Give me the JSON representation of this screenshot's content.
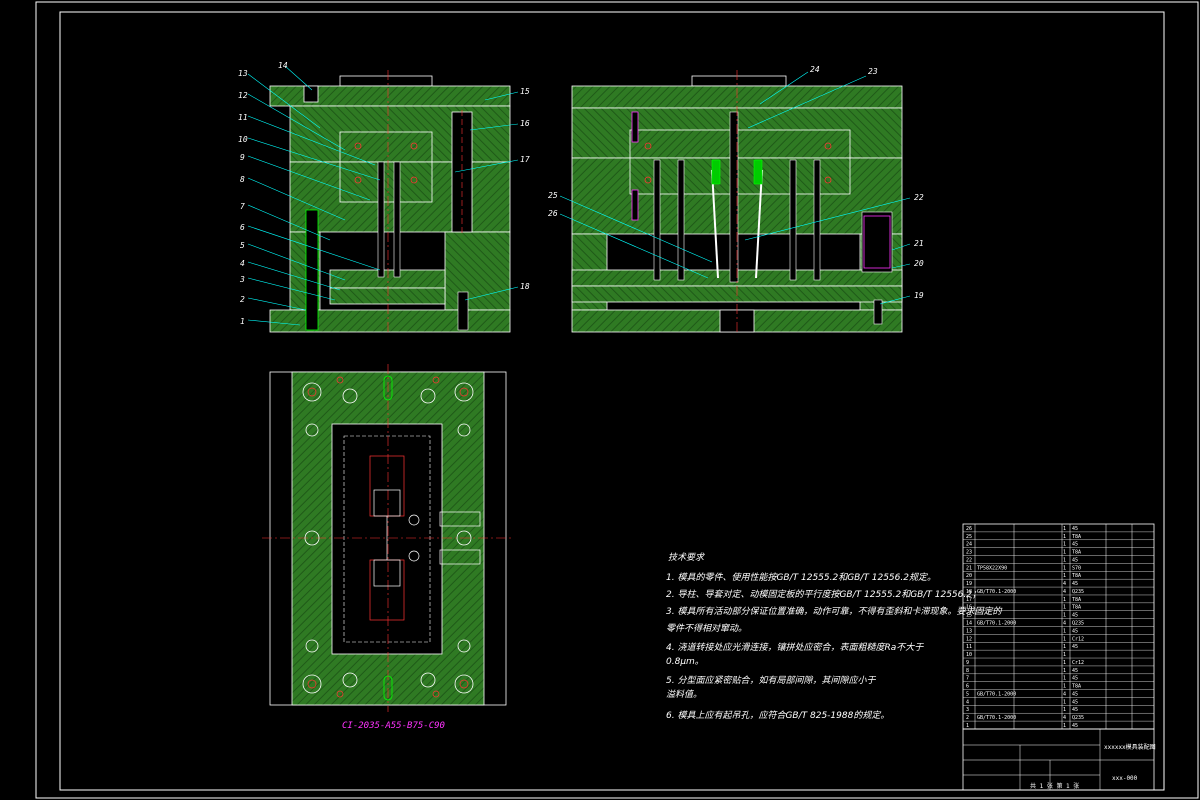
{
  "drawing": {
    "part_labels_left": [
      "1",
      "2",
      "3",
      "4",
      "5",
      "6",
      "7",
      "8",
      "9",
      "10",
      "11",
      "12",
      "13",
      "14",
      "15",
      "16",
      "17",
      "18"
    ],
    "part_labels_right": [
      "19",
      "20",
      "21",
      "22",
      "23",
      "24",
      "25",
      "26"
    ],
    "plan_caption": "CI-2035-A55-B75-C90",
    "notes_title": "技术要求",
    "notes": [
      "1. 模具的零件、使用性能按GB/T 12555.2和GB/T 12556.2规定。",
      "2. 导柱、导套对定、动模固定板的平行度按GB/T 12555.2和GB/T 12556.2；",
      "3. 模具所有活动部分保证位置准确，动作可靠，不得有歪斜和卡滞现象。要求固定的",
      "   零件不得相对窜动。",
      "4. 浇道转接处应光滑连接，镶拼处应密合，表面粗糙度Ra不大于",
      "   0.8μm。",
      "5. 分型面应紧密贴合，如有局部间隙，其间隙应小于",
      "   溢料值。",
      "6. 模具上应有起吊孔，应符合GB/T 825-1988的规定。"
    ],
    "bom_rows": [
      {
        "no": "26",
        "code": "",
        "name": "",
        "qty": "1",
        "mat": "45"
      },
      {
        "no": "25",
        "code": "",
        "name": "",
        "qty": "1",
        "mat": "T8A"
      },
      {
        "no": "24",
        "code": "",
        "name": "",
        "qty": "1",
        "mat": "45"
      },
      {
        "no": "23",
        "code": "",
        "name": "",
        "qty": "1",
        "mat": "T8A"
      },
      {
        "no": "22",
        "code": "",
        "name": "",
        "qty": "1",
        "mat": "45"
      },
      {
        "no": "21",
        "code": "TP58X22X90",
        "name": "",
        "qty": "1",
        "mat": "S70"
      },
      {
        "no": "20",
        "code": "",
        "name": "",
        "qty": "1",
        "mat": "T8A"
      },
      {
        "no": "19",
        "code": "",
        "name": "",
        "qty": "4",
        "mat": "45"
      },
      {
        "no": "18",
        "code": "GB/T70.1-2000",
        "name": "",
        "qty": "4",
        "mat": "Q235"
      },
      {
        "no": "17",
        "code": "",
        "name": "",
        "qty": "1",
        "mat": "T8A"
      },
      {
        "no": "16",
        "code": "",
        "name": "",
        "qty": "1",
        "mat": "T8A"
      },
      {
        "no": "15",
        "code": "",
        "name": "",
        "qty": "1",
        "mat": "45"
      },
      {
        "no": "14",
        "code": "GB/T70.1-2000",
        "name": "",
        "qty": "4",
        "mat": "Q235"
      },
      {
        "no": "13",
        "code": "",
        "name": "",
        "qty": "1",
        "mat": "45"
      },
      {
        "no": "12",
        "code": "",
        "name": "",
        "qty": "1",
        "mat": "Cr12"
      },
      {
        "no": "11",
        "code": "",
        "name": "",
        "qty": "1",
        "mat": "45"
      },
      {
        "no": "10",
        "code": "",
        "name": "",
        "qty": "1",
        "mat": ""
      },
      {
        "no": "9",
        "code": "",
        "name": "",
        "qty": "1",
        "mat": "Cr12"
      },
      {
        "no": "8",
        "code": "",
        "name": "",
        "qty": "1",
        "mat": "45"
      },
      {
        "no": "7",
        "code": "",
        "name": "",
        "qty": "1",
        "mat": "45"
      },
      {
        "no": "6",
        "code": "",
        "name": "",
        "qty": "1",
        "mat": "T8A"
      },
      {
        "no": "5",
        "code": "GB/T70.1-2000",
        "name": "",
        "qty": "4",
        "mat": "45"
      },
      {
        "no": "4",
        "code": "",
        "name": "",
        "qty": "1",
        "mat": "45"
      },
      {
        "no": "3",
        "code": "",
        "name": "",
        "qty": "1",
        "mat": "45"
      },
      {
        "no": "2",
        "code": "GB/T70.1-2000",
        "name": "",
        "qty": "4",
        "mat": "Q235"
      },
      {
        "no": "1",
        "code": "",
        "name": "",
        "qty": "1",
        "mat": "45"
      }
    ],
    "title_block": {
      "drawing_name": "xxxxxx模具装配图",
      "drawing_no": "xxx-000",
      "scale_text": "共 1 张  第 1 张"
    },
    "colors": {
      "background": "#000000",
      "frame": "#ffffff",
      "section_fill": "#2f7a23",
      "hatch": "#1f5a18",
      "edge": "#ffffff",
      "leader": "#00ffff",
      "centerline": "#ff3333",
      "accent_green": "#00ff00",
      "accent_magenta": "#ff33ff"
    }
  }
}
